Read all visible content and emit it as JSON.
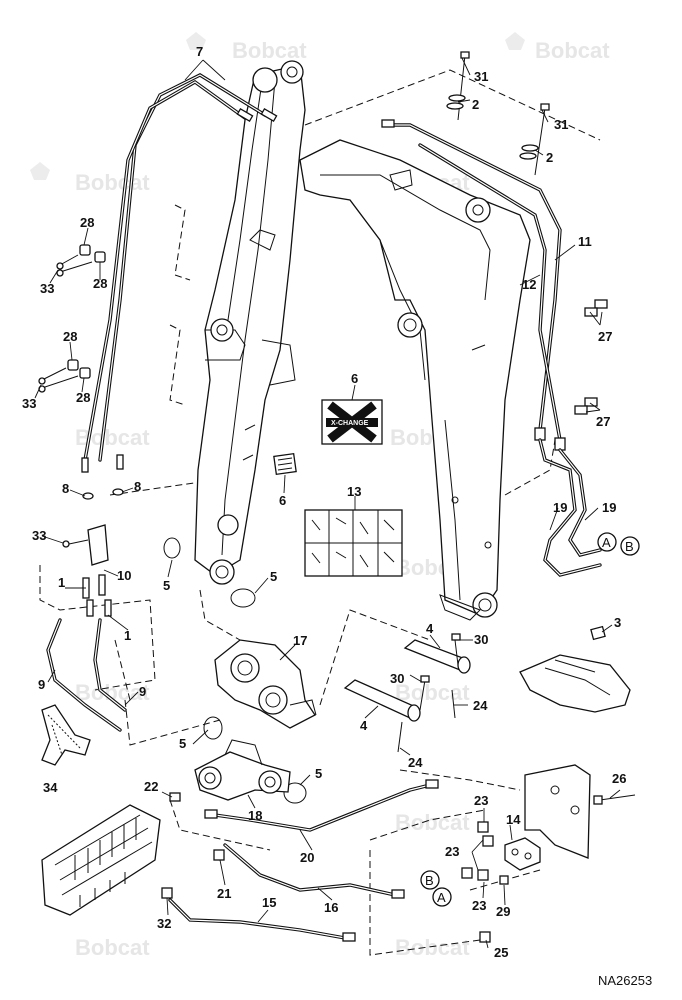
{
  "watermark": {
    "brand": "Bobcat"
  },
  "drawing_number": "NA26253",
  "decal_text": "X-CHANGE",
  "connector_letters": [
    "A",
    "B"
  ],
  "callouts": {
    "c1": "1",
    "c2": "2",
    "c3": "3",
    "c4": "4",
    "c5": "5",
    "c6": "6",
    "c7": "7",
    "c8": "8",
    "c9": "9",
    "c10": "10",
    "c11": "11",
    "c12": "12",
    "c13": "13",
    "c14": "14",
    "c15": "15",
    "c16": "16",
    "c17": "17",
    "c18": "18",
    "c19": "19",
    "c20": "20",
    "c21": "21",
    "c22": "22",
    "c23": "23",
    "c24": "24",
    "c25": "25",
    "c26": "26",
    "c27": "27",
    "c28": "28",
    "c29": "29",
    "c30": "30",
    "c31": "31",
    "c32": "32",
    "c33": "33",
    "c34": "34"
  }
}
